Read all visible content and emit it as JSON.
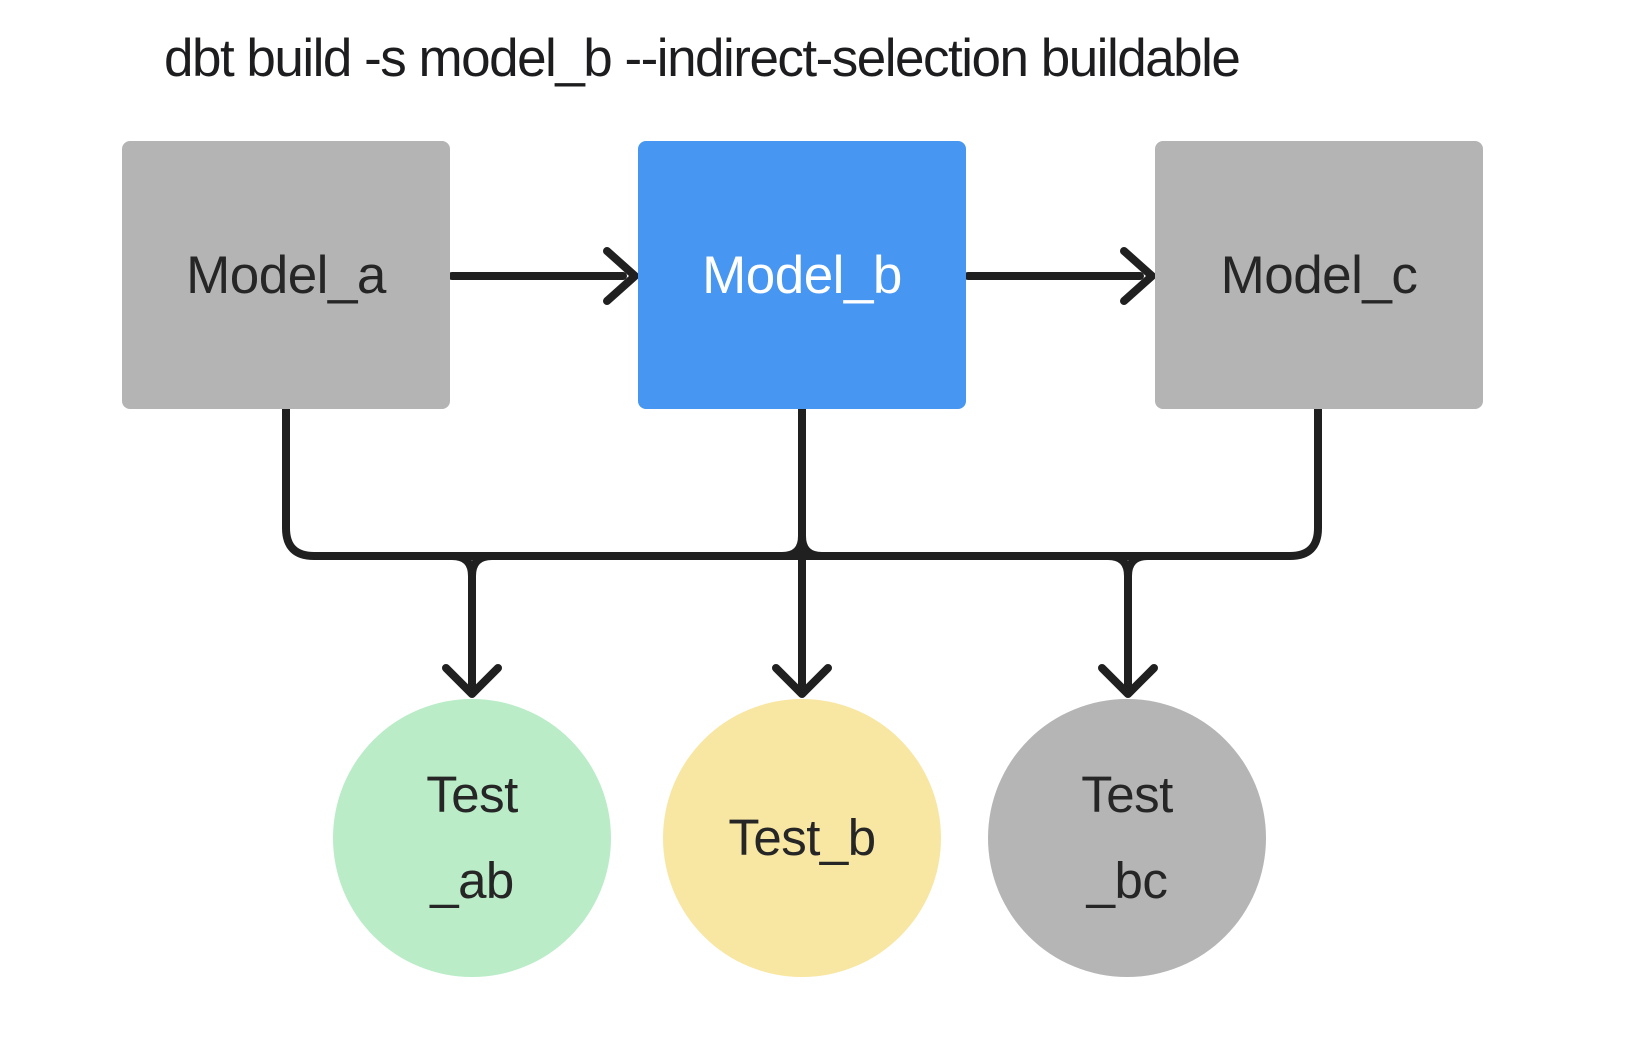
{
  "title": "dbt build -s model_b --indirect-selection buildable",
  "colors": {
    "background": "#ffffff",
    "model_unselected_fill": "#b4b4b4",
    "model_selected_fill": "#4696f2",
    "test_ab_fill": "#b9ecc7",
    "test_b_fill": "#f8e6a3",
    "test_bc_fill": "#b5b5b5",
    "edge_color": "#202020",
    "label_dark": "#262626",
    "label_light": "#ffffff",
    "title_color": "#1d1d1f"
  },
  "nodes": {
    "models": [
      {
        "id": "model_a",
        "label": "Model_a",
        "shape": "square",
        "state": "unselected"
      },
      {
        "id": "model_b",
        "label": "Model_b",
        "shape": "square",
        "state": "selected"
      },
      {
        "id": "model_c",
        "label": "Model_c",
        "shape": "square",
        "state": "unselected"
      }
    ],
    "tests": [
      {
        "id": "test_ab",
        "line1": "Test",
        "line2": "_ab",
        "shape": "circle",
        "state": "indirectly-selected"
      },
      {
        "id": "test_b",
        "line1": "Test_b",
        "line2": "",
        "shape": "circle",
        "state": "directly-selected"
      },
      {
        "id": "test_bc",
        "line1": "Test",
        "line2": "_bc",
        "shape": "circle",
        "state": "not-selected"
      }
    ]
  },
  "edges": [
    {
      "from": "model_a",
      "to": "model_b"
    },
    {
      "from": "model_b",
      "to": "model_c"
    },
    {
      "from": "model_a",
      "to": "test_ab"
    },
    {
      "from": "model_b",
      "to": "test_ab"
    },
    {
      "from": "model_b",
      "to": "test_b"
    },
    {
      "from": "model_b",
      "to": "test_bc"
    },
    {
      "from": "model_c",
      "to": "test_bc"
    }
  ]
}
